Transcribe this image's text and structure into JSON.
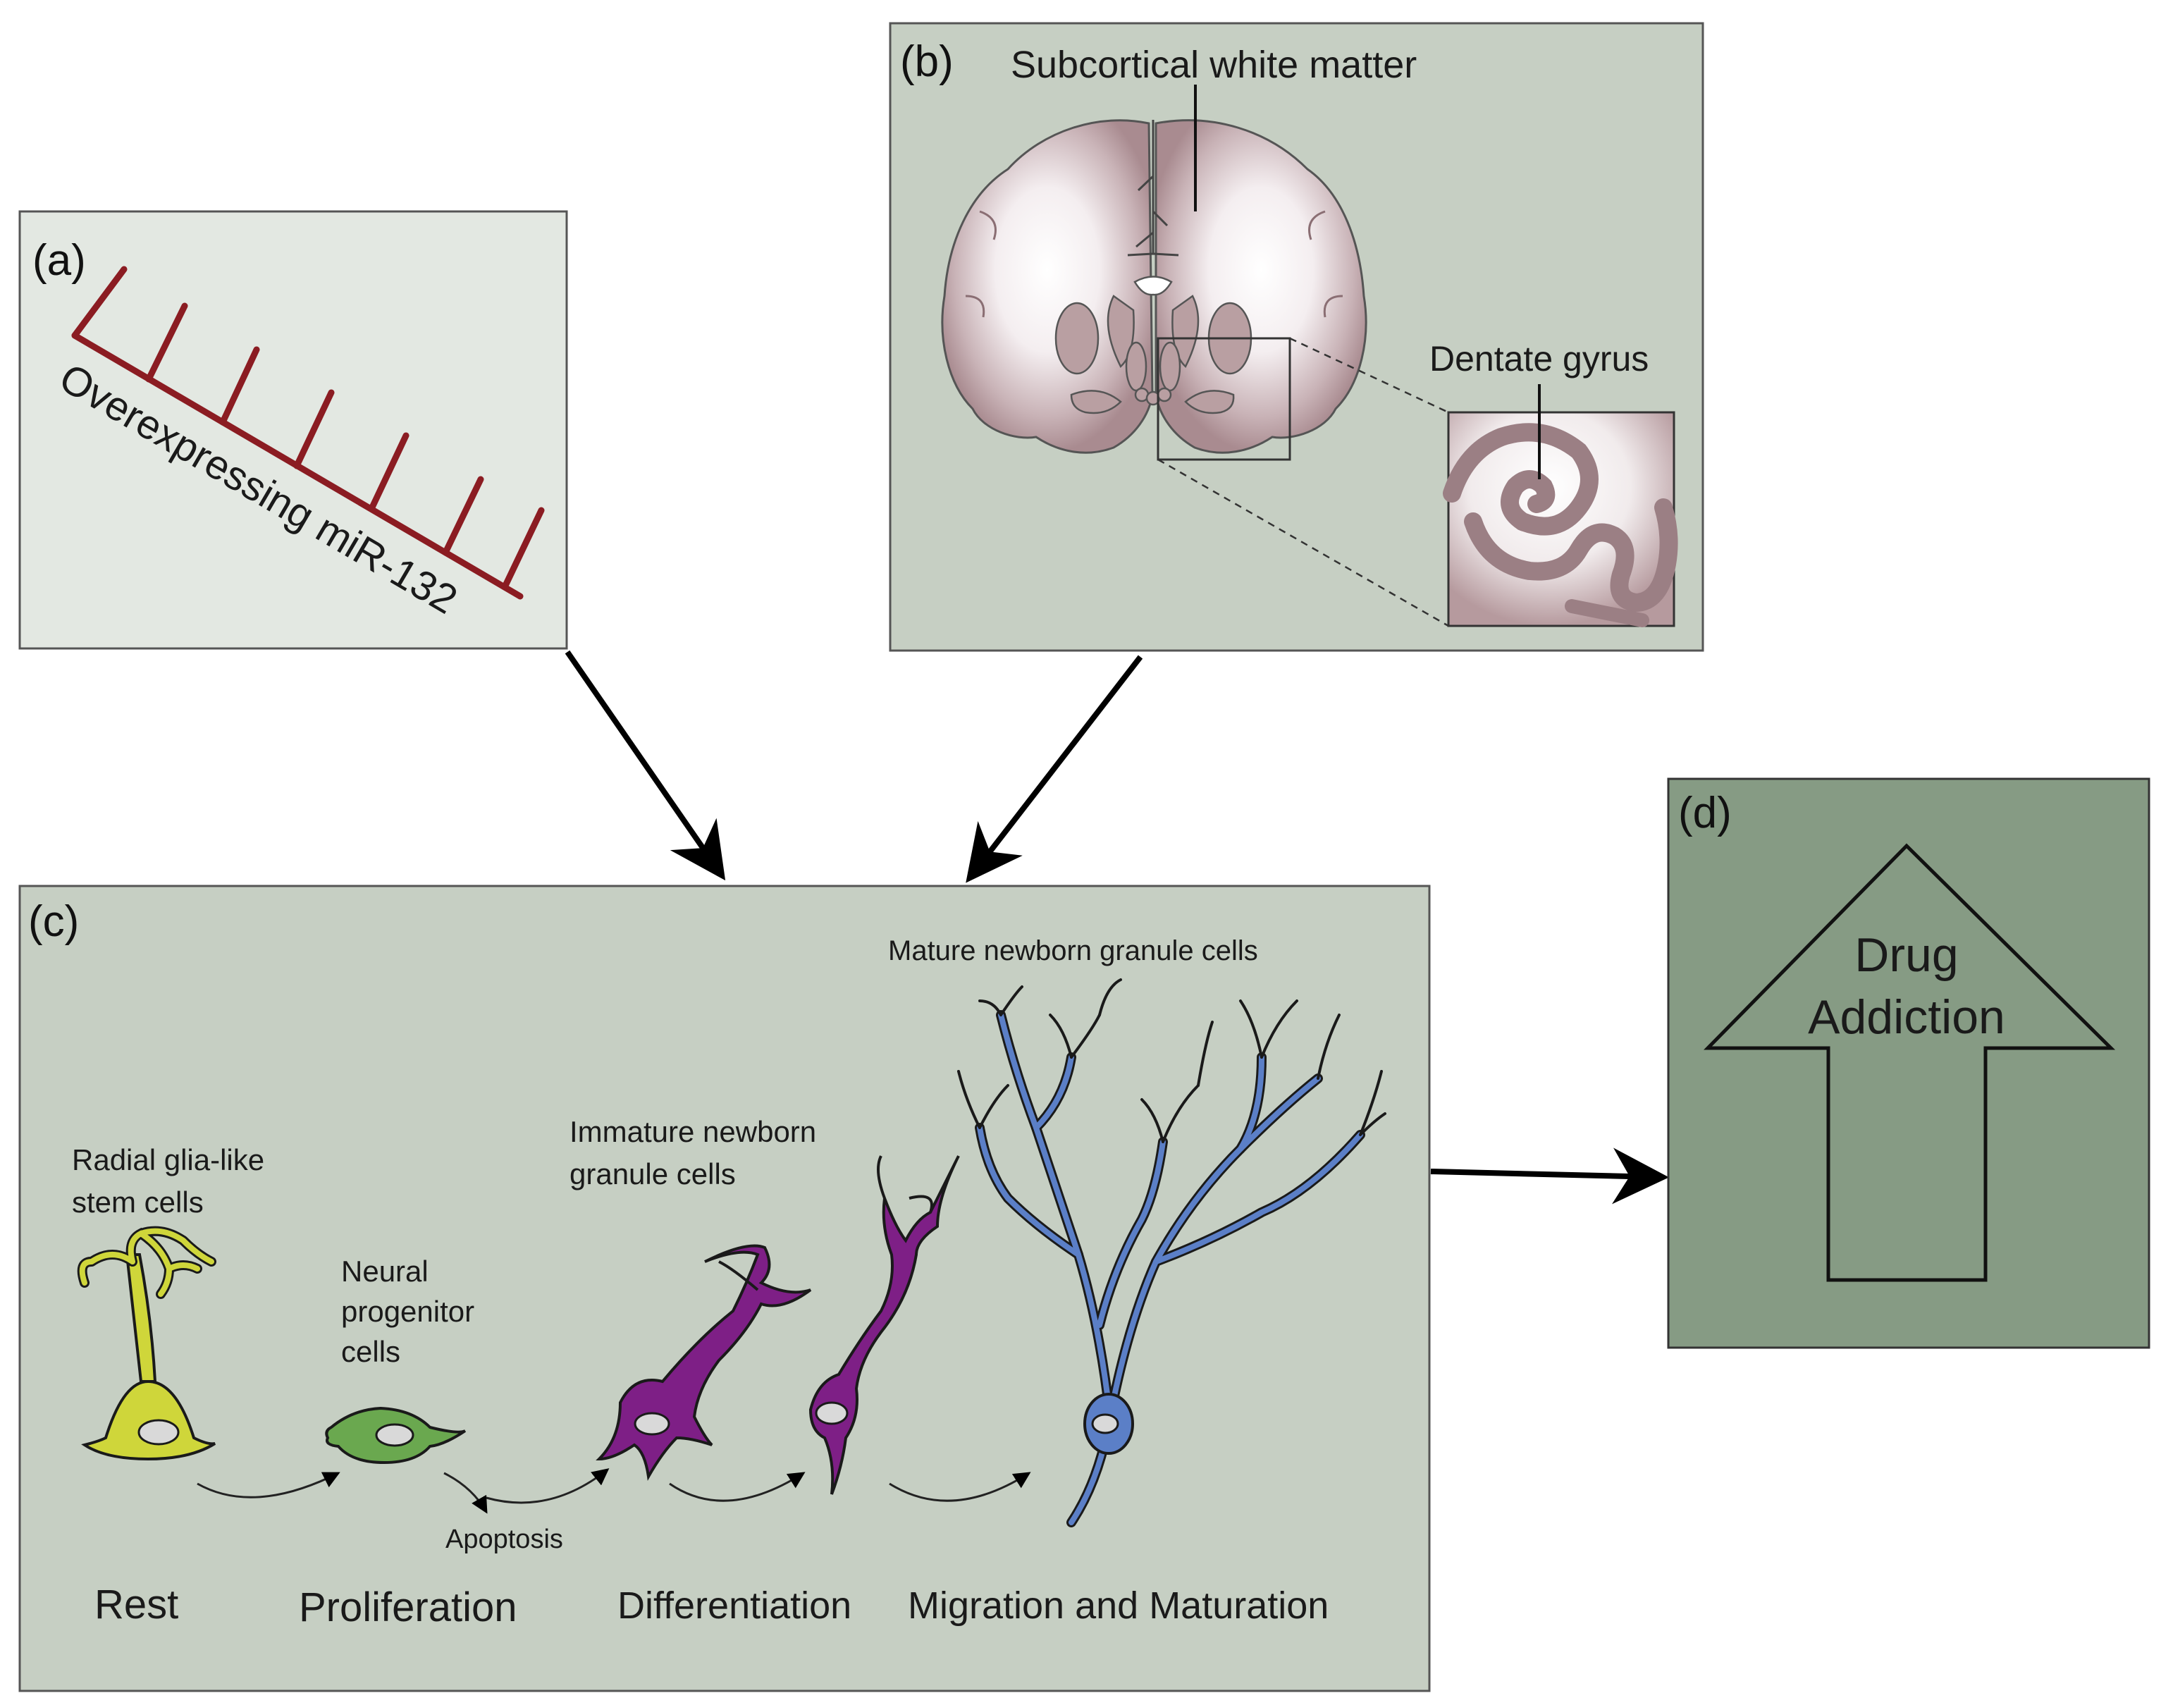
{
  "colors": {
    "panel_light": "#e3e8e2",
    "panel_mid": "#c6cfc3",
    "panel_dark": "#869b84",
    "dna_red": "#8b1c22",
    "brain_fill": "#b99fa2",
    "stem_cell": "#cfd63a",
    "progenitor": "#6aa84f",
    "immature": "#7e1f86",
    "mature": "#5b7fc7"
  },
  "panel_a": {
    "letter": "(a)",
    "text": "Overexpressing miR-132",
    "icon": "mirna-hairpin-icon"
  },
  "panel_b": {
    "letter": "(b)",
    "label_top": "Subcortical white matter",
    "label_inset": "Dentate gyrus",
    "icon": "brain-coronal-section-icon"
  },
  "panel_c": {
    "letter": "(c)",
    "cell_labels": {
      "stem": "Radial glia-like stem cells",
      "stem_line1": "Radial glia-like",
      "stem_line2": "stem cells",
      "progenitor_line1": "Neural",
      "progenitor_line2": "progenitor",
      "progenitor_line3": "cells",
      "immature_line1": "Immature newborn",
      "immature_line2": "granule cells",
      "mature": "Mature newborn granule cells",
      "apoptosis": "Apoptosis"
    },
    "stages": [
      "Rest",
      "Proliferation",
      "Differentiation",
      "Migration and Maturation"
    ]
  },
  "panel_d": {
    "letter": "(d)",
    "line1": "Drug",
    "line2": "Addiction",
    "icon": "up-arrow-icon"
  }
}
